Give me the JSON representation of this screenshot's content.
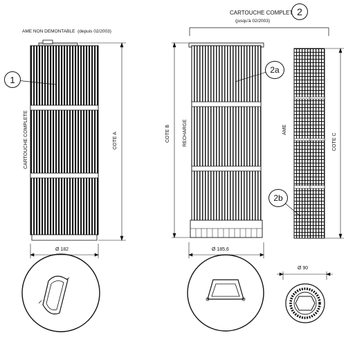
{
  "labels": {
    "ame_non_demontable": "AME NON DEMONTABLE",
    "depuis": "(depuis 02/2003)",
    "cartouche_complete_top": "CARTOUCHE  COMPLETE",
    "jusqu": "(jusqu'à 02/2003)",
    "cartouche_complete_side": "CARTOUCHE  COMPLETE",
    "cote_a": "COTE A",
    "cote_b": "COTE B",
    "recharge": "RECHARGE",
    "ame": "AME",
    "cote_c": "COTE  C",
    "dia_182": "Ø  182",
    "dia_185": "Ø  185,6",
    "dia_90": "Ø  90"
  },
  "callouts": {
    "c1": "1",
    "c2": "2",
    "c2a": "2a",
    "c2b": "2b"
  }
}
